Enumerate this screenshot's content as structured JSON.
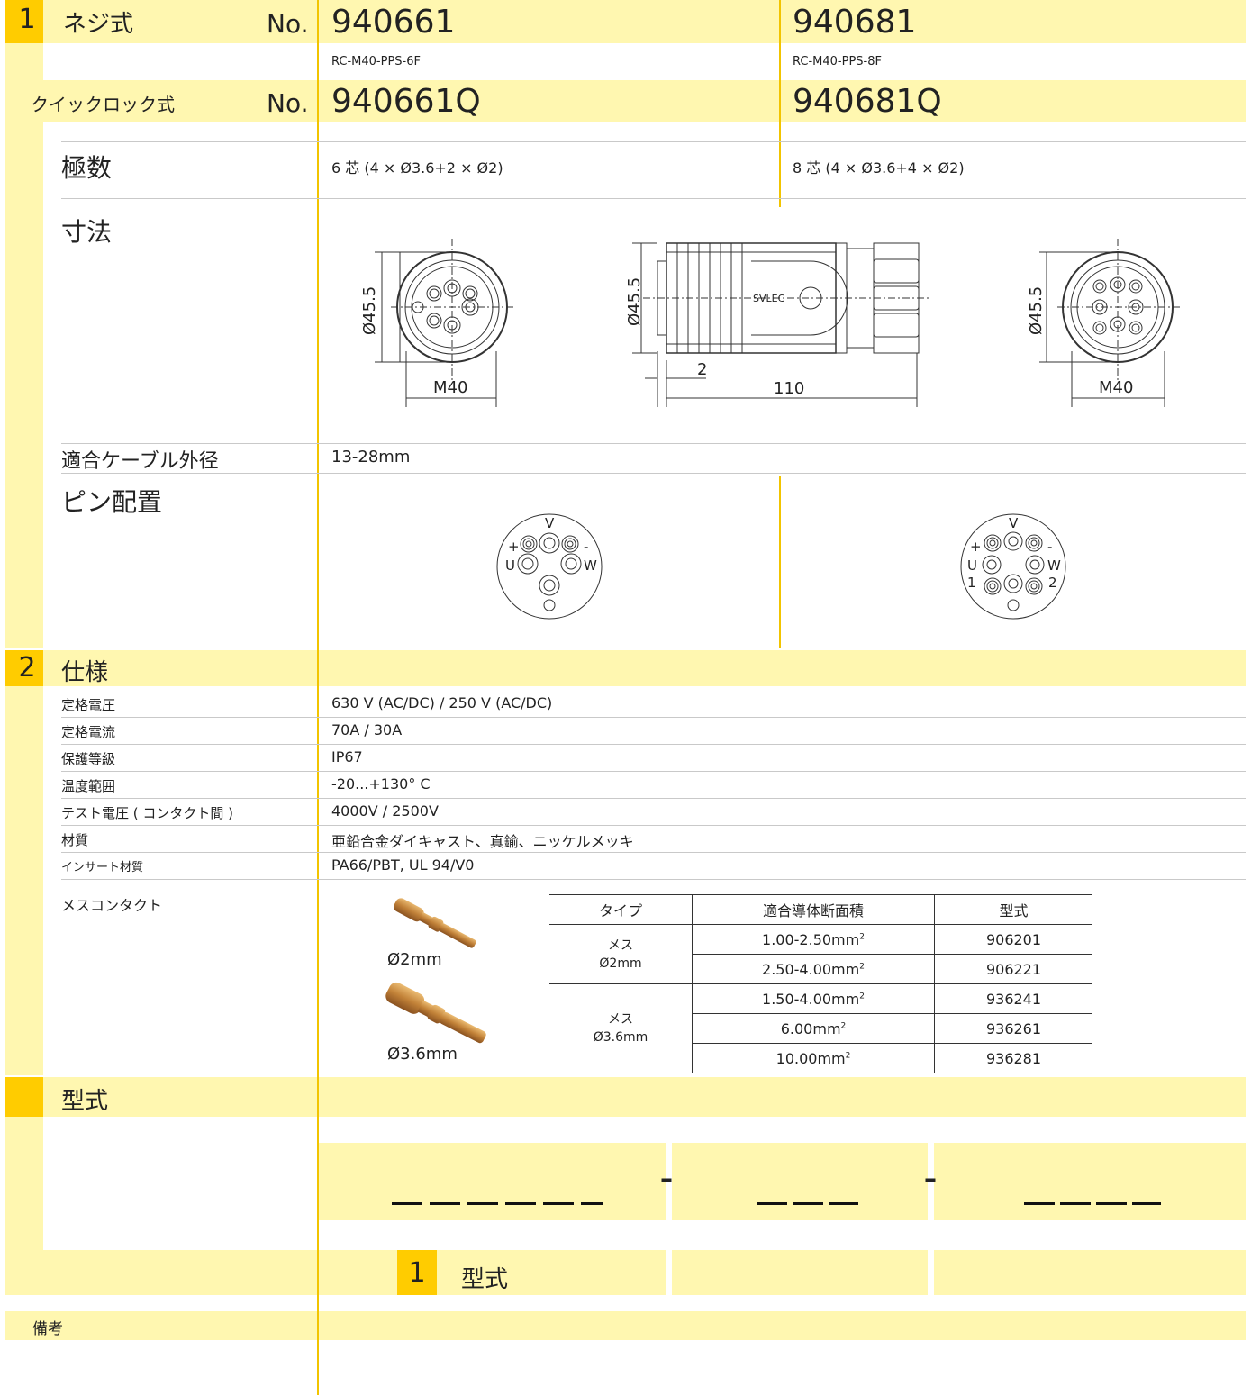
{
  "section1": {
    "number": "1",
    "screw_label": "ネジ式",
    "no_label": "No.",
    "quick_label": "クイックロック式",
    "no_label2": "No.",
    "models": [
      {
        "no": "940661",
        "code": "RC-M40-PPS-6F",
        "quick_no": "940661Q",
        "poles": "6 芯 (4 × Ø3.6+2 × Ø2)"
      },
      {
        "no": "940681",
        "code": "RC-M40-PPS-8F",
        "quick_no": "940681Q",
        "poles": "8 芯 (4 × Ø3.6+4 × Ø2)"
      }
    ],
    "poles_label": "極数",
    "dimensions_label": "寸法",
    "cable_label": "適合ケーブル外径",
    "cable_value": "13-28mm",
    "pin_label": "ピン配置"
  },
  "drawing": {
    "dia": "Ø45.5",
    "thread": "M40",
    "length": "110",
    "gap": "2",
    "brand": "SVLEC"
  },
  "pins6": {
    "v": "V",
    "u": "U",
    "w": "W",
    "plus": "+",
    "minus": "-"
  },
  "pins8": {
    "v": "V",
    "u": "U",
    "w": "W",
    "plus": "+",
    "minus": "-",
    "one": "1",
    "two": "2"
  },
  "section2": {
    "number": "2",
    "title": "仕様",
    "specs": [
      {
        "label": "定格電圧",
        "value": "630 V (AC/DC) / 250 V (AC/DC)"
      },
      {
        "label": "定格電流",
        "value": "70A / 30A"
      },
      {
        "label": "保護等級",
        "value": "IP67"
      },
      {
        "label": "温度範囲",
        "value": "-20...+130° C"
      },
      {
        "label": "テスト電圧 ( コンタクト間 )",
        "value": "4000V / 2500V"
      },
      {
        "label": "材質",
        "value": "亜鉛合金ダイキャスト、真鍮、ニッケルメッキ"
      },
      {
        "label": "インサート材質",
        "value": "PA66/PBT, UL 94/V0"
      }
    ],
    "contact_label": "メスコンタクト",
    "contact_img1": "Ø2mm",
    "contact_img2": "Ø3.6mm",
    "table": {
      "headers": [
        "タイプ",
        "適合導体断面積",
        "型式"
      ],
      "groups": [
        {
          "type1": "メス",
          "type2": "Ø2mm",
          "rows": [
            {
              "area": "1.00-2.50mm",
              "sup": "2",
              "model": "906201"
            },
            {
              "area": "2.50-4.00mm",
              "sup": "2",
              "model": "906221"
            }
          ]
        },
        {
          "type1": "メス",
          "type2": "Ø3.6mm",
          "rows": [
            {
              "area": "1.50-4.00mm",
              "sup": "2",
              "model": "936241"
            },
            {
              "area": "6.00mm",
              "sup": "2",
              "model": "936261"
            },
            {
              "area": "10.00mm",
              "sup": "2",
              "model": "936281"
            }
          ]
        }
      ]
    }
  },
  "section3": {
    "title": "型式",
    "dash": "–",
    "sub_number": "1",
    "sub_title": "型式"
  },
  "remarks_label": "備考",
  "colors": {
    "yellow_light": "#fff7b0",
    "yellow_dark": "#ffcc00"
  }
}
